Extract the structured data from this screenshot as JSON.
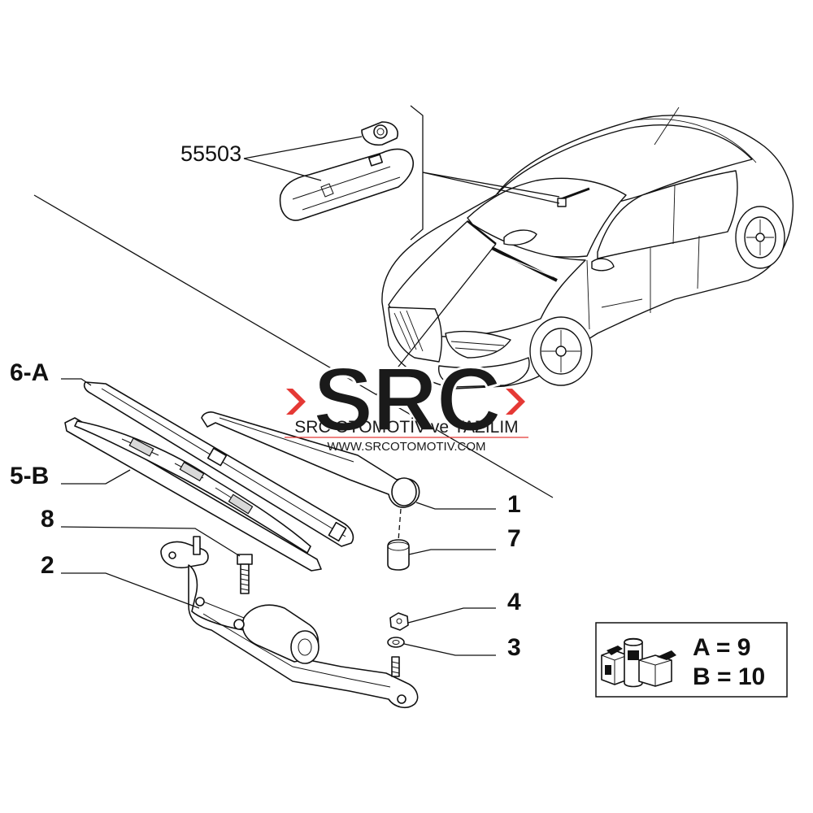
{
  "callouts": {
    "part_55503": "55503",
    "label_6a": "6-A",
    "label_5b": "5-B",
    "label_8": "8",
    "label_2": "2",
    "label_1": "1",
    "label_7": "7",
    "label_4": "4",
    "label_3": "3"
  },
  "watermark": {
    "logo_letters": "SRC",
    "company": "SRC OTOMOTİV ve YAZILIM",
    "url": "WWW.SRCOTOMOTIV.COM",
    "accent_color": "#e53935"
  },
  "legend": {
    "line_a": "A = 9",
    "line_b": "B = 10",
    "icon": "fiat-parts-boxes-icon"
  }
}
